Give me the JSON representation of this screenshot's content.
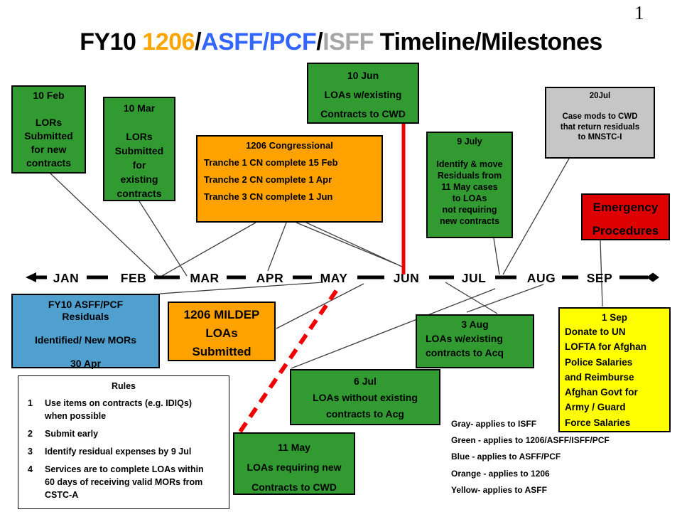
{
  "page": {
    "number": "1"
  },
  "title": {
    "segments": [
      {
        "text": "FY10 ",
        "color": "#000000"
      },
      {
        "text": "1206",
        "color": "#FFA500"
      },
      {
        "text": "/",
        "color": "#000000"
      },
      {
        "text": "ASFF/PCF",
        "color": "#3366FF"
      },
      {
        "text": "/",
        "color": "#000000"
      },
      {
        "text": "ISFF",
        "color": "#A6A6A6"
      },
      {
        "text": " Timeline/Milestones",
        "color": "#000000"
      }
    ]
  },
  "palette": {
    "green": "#319B31",
    "orange": "#FFA200",
    "blue": "#4F9FCF",
    "gray": "#C6C6C6",
    "red": "#DE0000",
    "yellow": "#FFFF00",
    "marker_red": "#EE0000"
  },
  "timeline": {
    "months": [
      "JAN",
      "FEB",
      "MAR",
      "APR",
      "MAY",
      "JUN",
      "JUL",
      "AUG",
      "SEP"
    ]
  },
  "boxes": {
    "feb10": {
      "lines": [
        "10 Feb",
        "",
        "LORs",
        "Submitted",
        "for new",
        "contracts"
      ]
    },
    "mar10": {
      "lines": [
        "10 Mar",
        "",
        "LORs",
        "Submitted",
        "for",
        "existing",
        "contracts"
      ]
    },
    "congressional": {
      "title": "1206 Congressional",
      "items": [
        "Tranche 1 CN complete 15 Feb",
        "Tranche 2 CN complete 1 Apr",
        "Tranche 3 CN complete 1 Jun"
      ]
    },
    "jun10": {
      "lines": [
        "10 Jun",
        "LOAs w/existing",
        "Contracts to CWD"
      ]
    },
    "jul9": {
      "lines": [
        "9 July",
        "",
        "Identify & move",
        "Residuals from",
        "11 May cases",
        "to LOAs",
        "not requiring",
        "new contracts"
      ]
    },
    "jul20": {
      "lines": [
        "20Jul",
        "",
        "Case mods to CWD",
        "that return residuals",
        "to MNSTC-I"
      ]
    },
    "emergency": {
      "lines": [
        "Emergency",
        "Procedures"
      ]
    },
    "residuals": {
      "lines": [
        "FY10 ASFF/PCF",
        "Residuals",
        "",
        "Identified/ New MORs",
        "",
        "30 Apr"
      ]
    },
    "mildep": {
      "lines": [
        "1206 MILDEP",
        "LOAs",
        "Submitted"
      ]
    },
    "jul6": {
      "lines": [
        "6 Jul",
        "LOAs without existing",
        "contracts to Acg"
      ]
    },
    "may11": {
      "lines": [
        "11 May",
        "LOAs requiring new",
        "Contracts to CWD"
      ]
    },
    "aug3": {
      "title": "3 Aug",
      "items": [
        "LOAs w/existing",
        "contracts to Acq"
      ]
    },
    "sep1": {
      "title": "1 Sep",
      "items": [
        "Donate to UN",
        "LOFTA for Afghan",
        "Police Salaries",
        "and Reimburse",
        "Afghan Govt for",
        "Army / Guard",
        "Force Salaries"
      ]
    }
  },
  "rules": {
    "title": "Rules",
    "items": [
      {
        "num": "1",
        "lines": [
          "Use items on contracts  (e.g. IDIQs)",
          "when possible"
        ]
      },
      {
        "num": "2",
        "lines": [
          "Submit early"
        ]
      },
      {
        "num": "3",
        "lines": [
          "Identify residual expenses   by 9 Jul"
        ]
      },
      {
        "num": "4",
        "lines": [
          "Services are to complete LOAs within",
          "60 days of receiving valid MORs from",
          "CSTC-A"
        ]
      }
    ]
  },
  "legend": {
    "entries": [
      "Gray- applies to  ISFF",
      "Green - applies to 1206/ASFF/ISFF/PCF",
      "Blue - applies to ASFF/PCF",
      "Orange -  applies to 1206",
      "Yellow- applies to ASFF"
    ]
  }
}
